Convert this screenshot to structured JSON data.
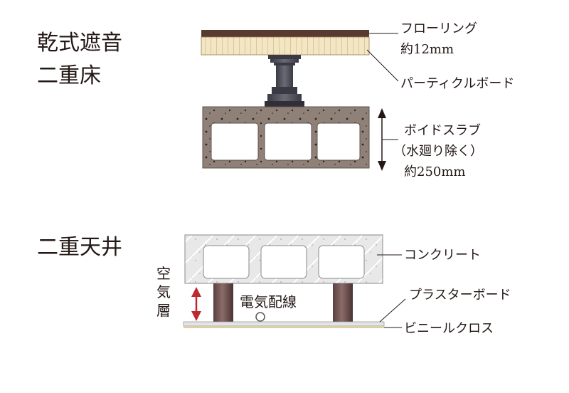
{
  "floor_section": {
    "title_line1": "乾式遮音",
    "title_line2": "二重床",
    "labels": {
      "flooring": "フローリング",
      "flooring_thickness": "約12mm",
      "particle_board": "パーティクルボード",
      "void_slab": "ボイドスラブ",
      "void_slab_note": "（水廻り除く）",
      "void_slab_thickness": "約250mm"
    }
  },
  "ceiling_section": {
    "title": "二重天井",
    "air_layer_chars": [
      "空",
      "気",
      "層"
    ],
    "wiring_label": "電気配線",
    "labels": {
      "concrete": "コンクリート",
      "plasterboard": "プラスターボード",
      "vinyl_cloth": "ビニールクロス"
    }
  },
  "colors": {
    "text": "#231815",
    "flooring_top": "#5a3a30",
    "flooring_wood": "#f2e6c4",
    "slab": "#8f8178",
    "pedestal": "#4a4a55",
    "concrete": "#e8e8e8",
    "column": "#6b4f4d",
    "arrow_red": "#c0282d",
    "board": "#d9cfa8"
  }
}
